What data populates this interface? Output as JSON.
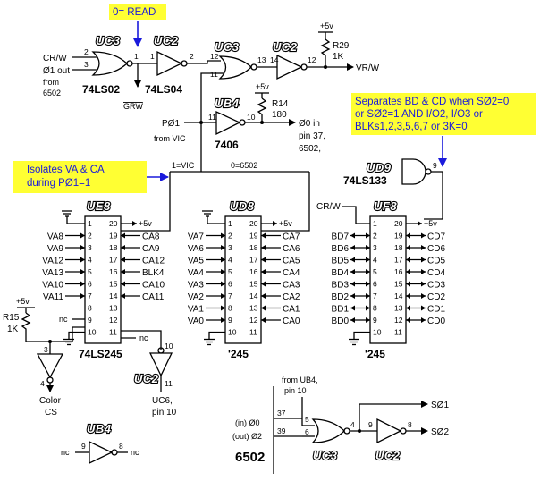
{
  "notes": {
    "read": "0= READ",
    "separates": [
      "Separates BD & CD when SØ2=0",
      "or  SØ2=1 AND  I/O2, I/O3 or",
      "BLKs1,2,3,5,6,7  or  3K=0"
    ],
    "isolates": [
      "Isolates VA & CA",
      "during PØ1=1"
    ]
  },
  "ucs": {
    "uc3": "UC3",
    "uc2": "UC2",
    "ub4": "UB4",
    "ue8": "UE8",
    "ud8": "UD8",
    "ud9": "UD9",
    "uf8": "UF8"
  },
  "parts": {
    "ls02": "74LS02",
    "ls04": "74LS04",
    "p7406": "7406",
    "ls245": "74LS245",
    "p245a": "'245",
    "p245b": "'245",
    "ls133": "74LS133",
    "cpu": "6502"
  },
  "signals": {
    "crw": "CR/W",
    "phi1out": "Ø1 out",
    "from": "from",
    "src6502": "6502",
    "grw": "GRW",
    "vrw": "VR/W",
    "plus5": "+5v",
    "r29": "R29",
    "r29v": "1K",
    "r14": "R14",
    "r14v": "180",
    "pphi1": "PØ1",
    "fromvic": "from VIC",
    "phi0in": "Ø0 in",
    "pin37": "pin 37,",
    "s6502": "6502,",
    "onevic": "1=VIC",
    "zero6502": "0=6502",
    "r15": "R15",
    "r15v": "1K",
    "nc": "nc",
    "color": "Color",
    "cs": "CS",
    "uc6": "UC6,",
    "pin10": "pin 10",
    "fromub4": "from UB4,",
    "pin10b": "pin 10",
    "in_phi0": "(in) Ø0",
    "out_phi2": "(out) Ø2",
    "sphi1": "SØ1",
    "sphi2": "SØ2",
    "crw2": "CR/W"
  },
  "chips": {
    "ue8": {
      "left": [
        "VA8",
        "VA9",
        "VA12",
        "VA13",
        "VA10",
        "VA11"
      ],
      "right": [
        "CA8",
        "CA9",
        "CA12",
        "BLK4",
        "CA10",
        "CA11"
      ]
    },
    "ud8": {
      "left": [
        "VA7",
        "VA6",
        "VA5",
        "VA4",
        "VA3",
        "VA2",
        "VA1",
        "VA0"
      ],
      "right": [
        "CA7",
        "CA6",
        "CA5",
        "CA4",
        "CA3",
        "CA2",
        "CA1",
        "CA0"
      ]
    },
    "uf8": {
      "left": [
        "BD7",
        "BD6",
        "BD5",
        "BD4",
        "BD3",
        "BD2",
        "BD1",
        "BD0"
      ],
      "right": [
        "CD7",
        "CD6",
        "CD5",
        "CD4",
        "CD3",
        "CD2",
        "CD1",
        "CD0"
      ]
    }
  }
}
